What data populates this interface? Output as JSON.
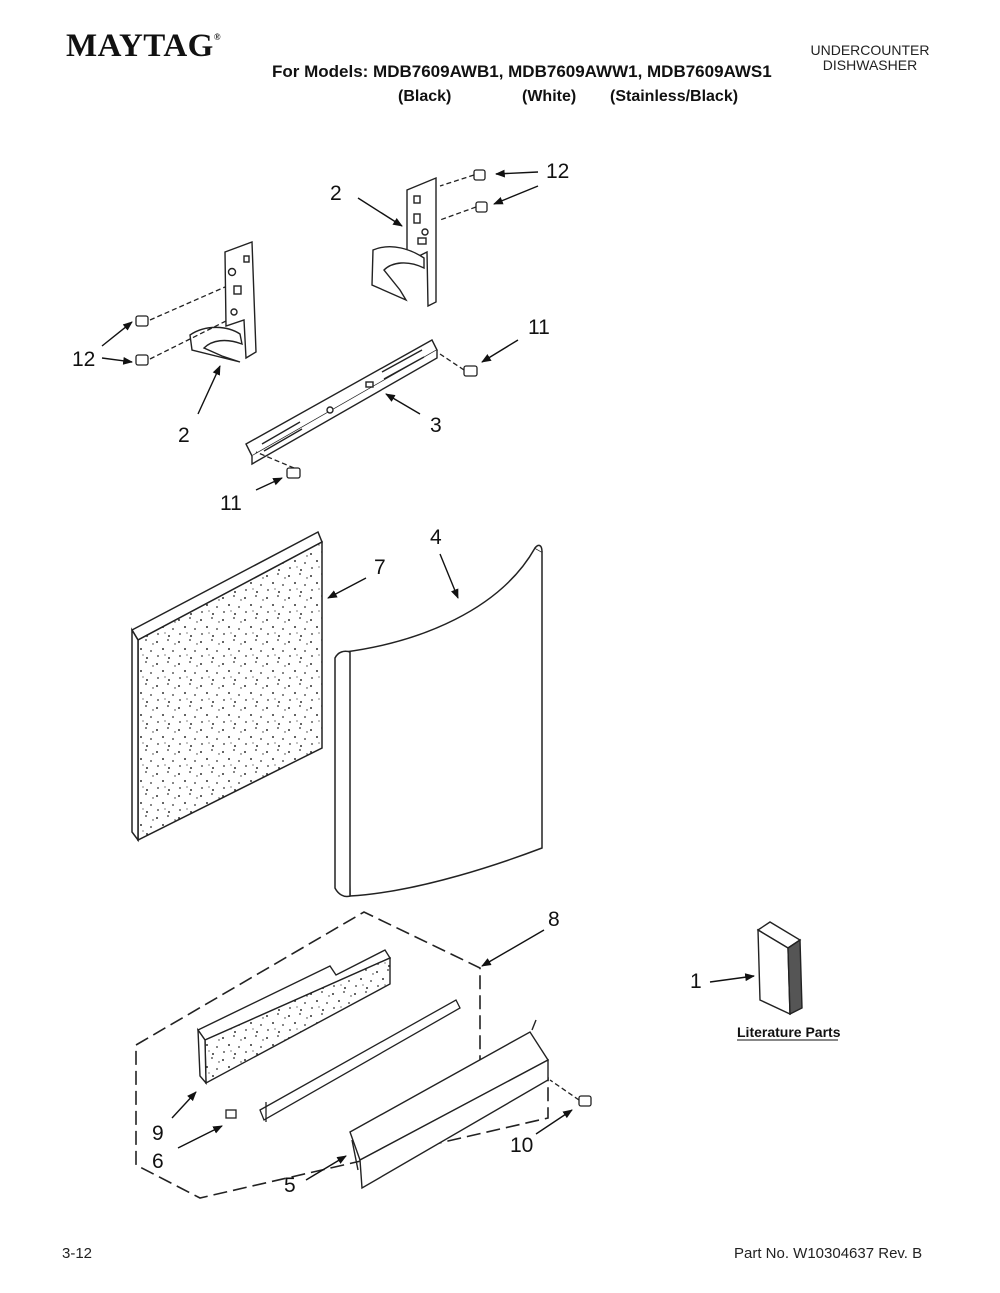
{
  "header": {
    "brand": "MAYTAG",
    "brand_mark": "®",
    "product_line1": "UNDERCOUNTER",
    "product_line2": "DISHWASHER",
    "models_line": "For Models: MDB7609AWB1, MDB7609AWW1, MDB7609AWS1",
    "variants": [
      "(Black)",
      "(White)",
      "(Stainless/Black)"
    ]
  },
  "callouts": {
    "c1": "1",
    "c2a": "2",
    "c2b": "2",
    "c3": "3",
    "c4": "4",
    "c5": "5",
    "c6": "6",
    "c7": "7",
    "c8": "8",
    "c9": "9",
    "c10": "10",
    "c11a": "11",
    "c11b": "11",
    "c12a": "12",
    "c12b": "12"
  },
  "literature_label": "Literature Parts",
  "footer": {
    "page": "3-12",
    "part_no": "Part No. W10304637 Rev. B"
  }
}
